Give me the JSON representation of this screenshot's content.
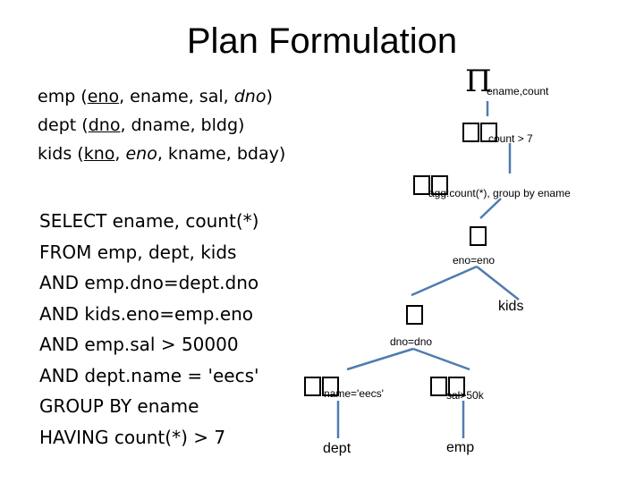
{
  "title": "Plan Formulation",
  "schema": {
    "emp": {
      "name": "emp (",
      "key": "eno",
      "rest1": ", ename, sal, ",
      "dno": "dno",
      "end": ")"
    },
    "dept": {
      "name": "dept (",
      "key": "dno",
      "rest": ", dname, bldg)"
    },
    "kids": {
      "name": "kids (",
      "key": "kno",
      "sep": ", ",
      "eno": "eno",
      "rest": ", kname, bday)"
    }
  },
  "sql": [
    "SELECT ename, count(*)",
    "FROM emp, dept, kids",
    "AND emp.dno=dept.dno",
    "AND kids.eno=emp.eno",
    "AND emp.sal > 50000",
    "AND dept.name = 'eecs'",
    "GROUP BY ename",
    "HAVING count(*) > 7"
  ],
  "tree": {
    "project_symbol": "Π",
    "project_sub": "ename,count",
    "select_count": "count > 7",
    "agg": "agg:count(*), group by ename",
    "join1": "eno=eno",
    "kids": "kids",
    "join2": "dno=dno",
    "select_name": "name='eecs'",
    "select_sal": "sal>50k",
    "dept": "dept",
    "emp": "emp"
  }
}
